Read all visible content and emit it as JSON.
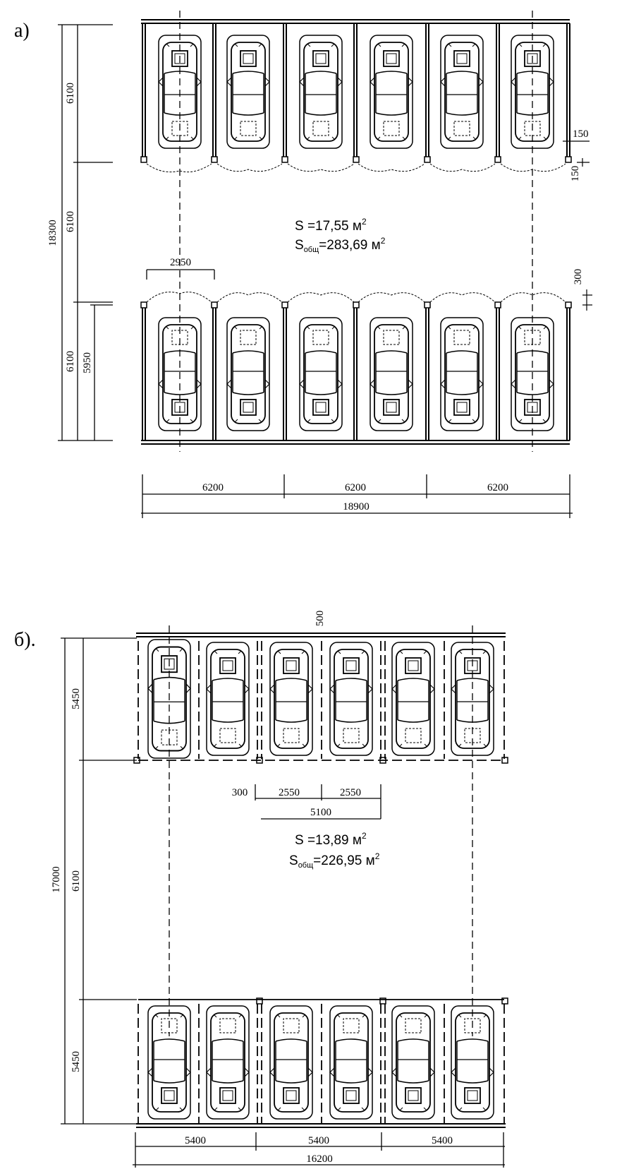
{
  "layout_a": {
    "label": "а)",
    "area_single": "S =17,55 м",
    "area_single_sup": "2",
    "area_total_prefix": "S",
    "area_total_sub": "общ",
    "area_total_value": "=283,69 м",
    "area_total_sup": "2",
    "dims": {
      "overall_height": "18300",
      "bay_top": "6100",
      "aisle": "6100",
      "bay_bottom": "6100",
      "bay_bottom_inner": "5950",
      "stall_width": "2950",
      "offset_top_1": "150",
      "offset_top_2": "150",
      "offset_bottom": "300",
      "span_1": "6200",
      "span_2": "6200",
      "span_3": "6200",
      "overall_width": "18900"
    }
  },
  "layout_b": {
    "label": "б).",
    "area_single": "S =13,89 м",
    "area_single_sup": "2",
    "area_total_prefix": "S",
    "area_total_sub": "общ",
    "area_total_value": "=226,95 м",
    "area_total_sup": "2",
    "dims": {
      "top_offset": "500",
      "overall_height": "17000",
      "bay_top": "5450",
      "aisle": "6100",
      "bay_bottom": "5450",
      "gap": "300",
      "stall_1": "2550",
      "stall_2": "2550",
      "pair_width": "5100",
      "span_1": "5400",
      "span_2": "5400",
      "span_3": "5400",
      "overall_width": "16200"
    }
  }
}
